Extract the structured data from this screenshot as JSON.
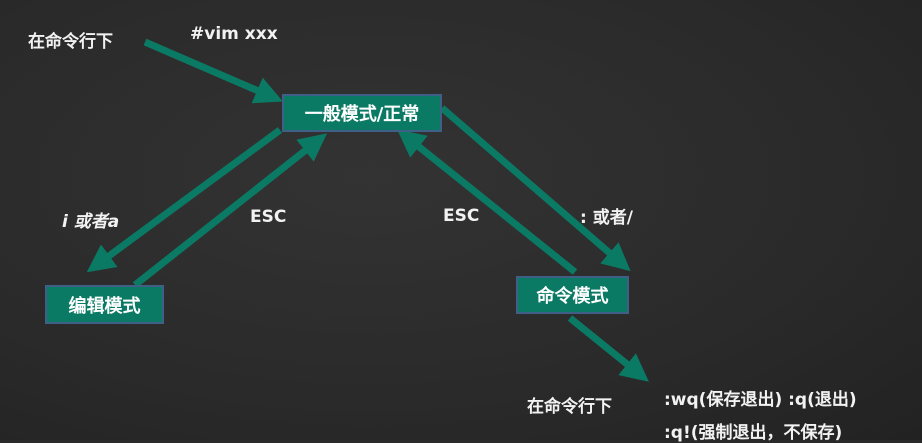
{
  "colors": {
    "background": "#2a2a2a",
    "arrow": "#0b7a64",
    "box_fill": "#0b7a64",
    "box_border": "#3f5f86"
  },
  "labels": {
    "start_context": "在命令行下",
    "start_command": "#vim  xxx",
    "to_edit": "i 或者a",
    "esc_left": "ESC",
    "esc_right": "ESC",
    "to_command": ": 或者/",
    "exit_context": "在命令行下",
    "exit_line1": ":wq(保存退出)  :q(退出)",
    "exit_line2": ":q!(强制退出，不保存)"
  },
  "nodes": {
    "normal": "一般模式/正常",
    "edit": "编辑模式",
    "command": "命令模式"
  }
}
